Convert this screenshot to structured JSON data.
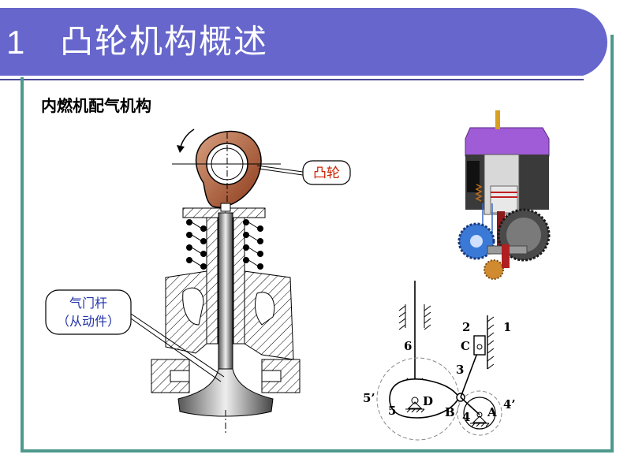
{
  "slide": {
    "number": "1",
    "title": "凸轮机构概述",
    "subtitle": "内燃机配气机构"
  },
  "labels": {
    "cam": "凸轮",
    "valve_line1": "气门杆",
    "valve_line2": "（从动件）"
  },
  "mechanism_labels": {
    "n1": "1",
    "n2": "2",
    "n3": "3",
    "n4": "4",
    "n4p": "4’",
    "n5": "5",
    "n5p": "5’",
    "n6": "6",
    "pA": "A",
    "pB": "B",
    "pC": "C",
    "pD": "D"
  },
  "colors": {
    "banner": "#6666cc",
    "frame": "#4d9a8c",
    "cam_fill": "#a0522d",
    "label_text": "#cc2200",
    "valve_label": "#2233aa"
  }
}
